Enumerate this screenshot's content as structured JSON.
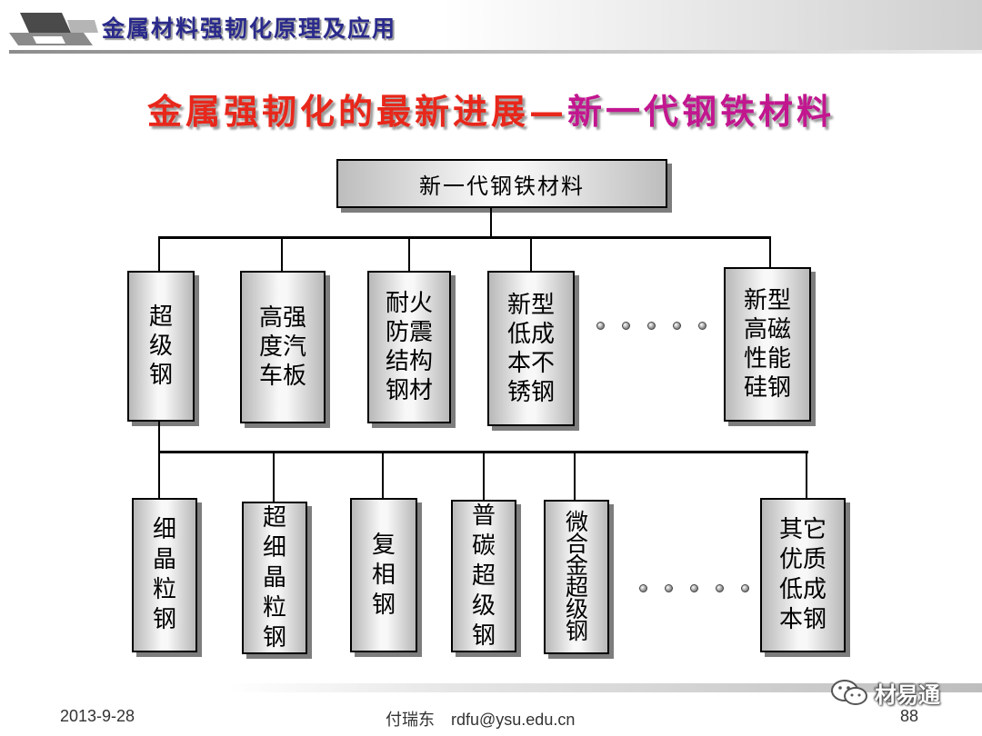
{
  "header": {
    "title": "金属材料强韧化原理及应用"
  },
  "slide_title": {
    "part1": "金属强韧化的最新进展—",
    "part2": "新一代钢铁材料"
  },
  "tree": {
    "root": "新一代钢铁材料",
    "row1": [
      {
        "label": "超\n级\n钢"
      },
      {
        "label": "高强\n度汽\n车板"
      },
      {
        "label": "耐火\n防震\n结构\n钢材"
      },
      {
        "label": "新型\n低成\n本不\n锈钢"
      },
      {
        "label": "新型\n高磁\n性能\n硅钢"
      }
    ],
    "row2": [
      {
        "label": "细\n晶\n粒\n钢"
      },
      {
        "label": "超\n细\n晶\n粒\n钢"
      },
      {
        "label": "复\n相\n钢"
      },
      {
        "label": "普\n碳\n超\n级\n钢"
      },
      {
        "label": "微\n合\n金\n超\n级\n钢"
      },
      {
        "label": "其它\n优质\n低成\n本钢"
      }
    ]
  },
  "footer": {
    "date": "2013-9-28",
    "author": "付瑞东　rdfu@ysu.edu.cn",
    "page": "88",
    "watermark": "材易通"
  }
}
